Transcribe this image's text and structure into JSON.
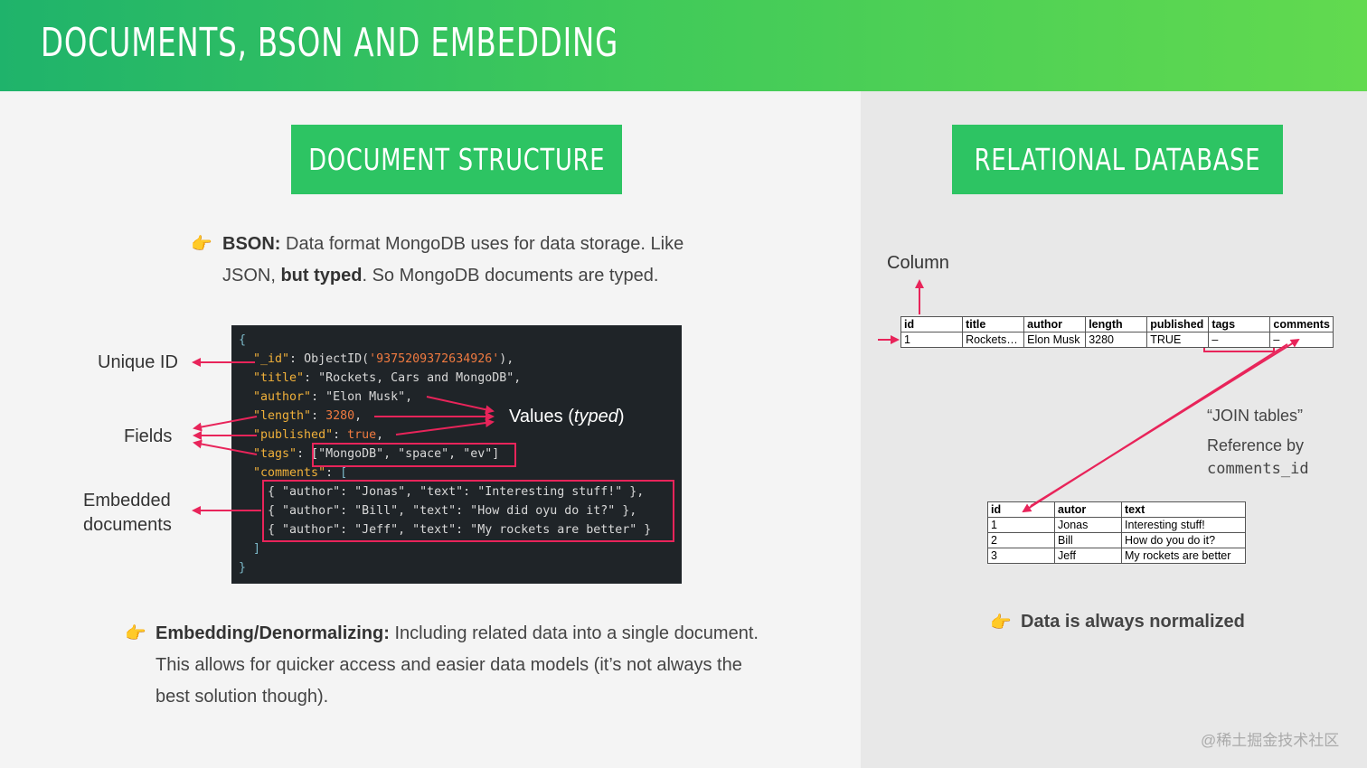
{
  "header": {
    "title": "Documents, BSON and Embedding"
  },
  "sections": {
    "doc_structure": "Document Structure",
    "relational": "Relational Database"
  },
  "bson_bullet": {
    "bold": "BSON:",
    "text1": " Data format MongoDB uses for data storage. Like",
    "text2a": "JSON, ",
    "bold2": "but typed",
    "text2b": ". So MongoDB documents are typed."
  },
  "labels": {
    "unique_id": "Unique ID",
    "fields": "Fields",
    "embedded1": "Embedded",
    "embedded2": "documents",
    "values": "Values (",
    "typed": "typed",
    "values_end": ")"
  },
  "code": {
    "open": "{",
    "id_key": "\"_id\"",
    "id_fn": "ObjectID(",
    "id_val": "'9375209372634926'",
    "id_end": "),",
    "title_key": "\"title\"",
    "title_val": "\"Rockets, Cars and MongoDB\",",
    "author_key": "\"author\"",
    "author_val": "\"Elon Musk\",",
    "length_key": "\"length\"",
    "length_val": "3280",
    "published_key": "\"published\"",
    "published_val": "true",
    "tags_key": "\"tags\"",
    "tags_val": "[\"MongoDB\", \"space\", \"ev\"]",
    "comments_key": "\"comments\"",
    "bracket_open": "[",
    "c1": "{ \"author\": \"Jonas\", \"text\": \"Interesting stuff!\" },",
    "c2": "{ \"author\": \"Bill\", \"text\": \"How did oyu do it?\" },",
    "c3": "{ \"author\": \"Jeff\", \"text\": \"My rockets are better\" }",
    "bracket_close": "]",
    "close": "}"
  },
  "embed_bullet": {
    "bold": "Embedding/Denormalizing:",
    "text1": " Including related data into a single document.",
    "text2": "This allows for quicker access and easier data models (it’s not always the",
    "text3": "best solution though)."
  },
  "relational": {
    "column_label": "Column",
    "main_table": {
      "headers": [
        "id",
        "title",
        "author",
        "length",
        "published",
        "tags",
        "comments"
      ],
      "row": [
        "1",
        "Rockets…",
        "Elon Musk",
        "3280",
        "TRUE",
        "–",
        "–"
      ]
    },
    "join_label": "“JOIN tables”",
    "reference_label": "Reference by",
    "reference_field": "comments_id",
    "comments_table": {
      "headers": [
        "id",
        "autor",
        "text"
      ],
      "rows": [
        [
          "1",
          "Jonas",
          "Interesting stuff!"
        ],
        [
          "2",
          "Bill",
          "How do you do it?"
        ],
        [
          "3",
          "Jeff",
          "My rockets are better"
        ]
      ]
    },
    "normalized_label": "Data is always normalized"
  },
  "watermark": "@稀土掘金技术社区",
  "colors": {
    "accent": "#2dc463",
    "highlight": "#e8245a",
    "code_bg": "#1f2428"
  }
}
